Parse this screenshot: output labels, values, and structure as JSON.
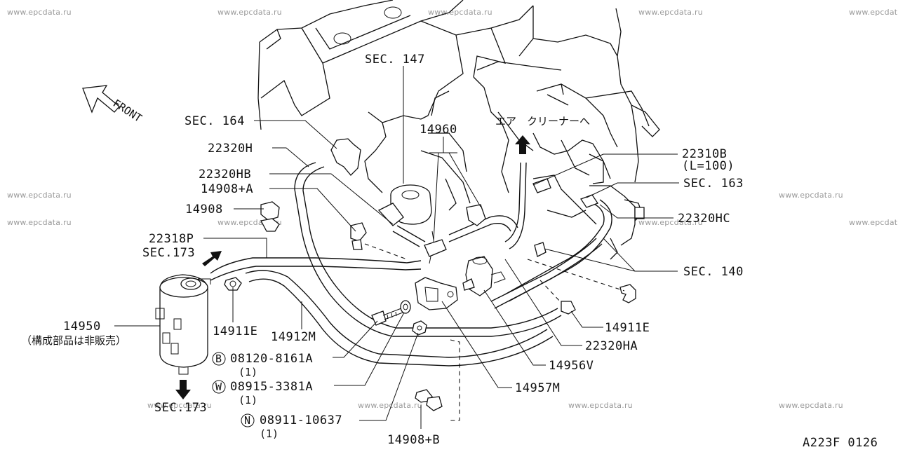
{
  "watermark": "www.epcdata.ru",
  "direction": "FRONT",
  "drawing_code": "A223F 0126",
  "air_cleaner_note": "エア　クリーナーへ",
  "callouts": {
    "sec147": "SEC. 147",
    "sec164": "SEC. 164",
    "h22320": "22320H",
    "hb22320": "22320HB",
    "a14908": "14908+A",
    "p14908": "14908",
    "p22318": "22318P",
    "sec173_top": "SEC.173",
    "p14950": "14950",
    "p14950_note": "（構成部品は非販売）",
    "sec173_bottom": "SEC.173",
    "e14911_left": "14911E",
    "m14912": "14912M",
    "p14960": "14960",
    "b22310": "22310B",
    "b22310_len": "(L=100)",
    "sec163": "SEC. 163",
    "hc22320": "22320HC",
    "sec140": "SEC. 140",
    "e14911_right": "14911E",
    "ha22320": "22320HA",
    "v14956": "14956V",
    "m14957": "14957M",
    "b_prefix": "B",
    "b_part": "08120-8161A",
    "b_qty": "(1)",
    "w_prefix": "W",
    "w_part": "08915-3381A",
    "w_qty": "(1)",
    "n_prefix": "N",
    "n_part": "08911-10637",
    "n_qty": "(1)",
    "b14908": "14908+B"
  }
}
